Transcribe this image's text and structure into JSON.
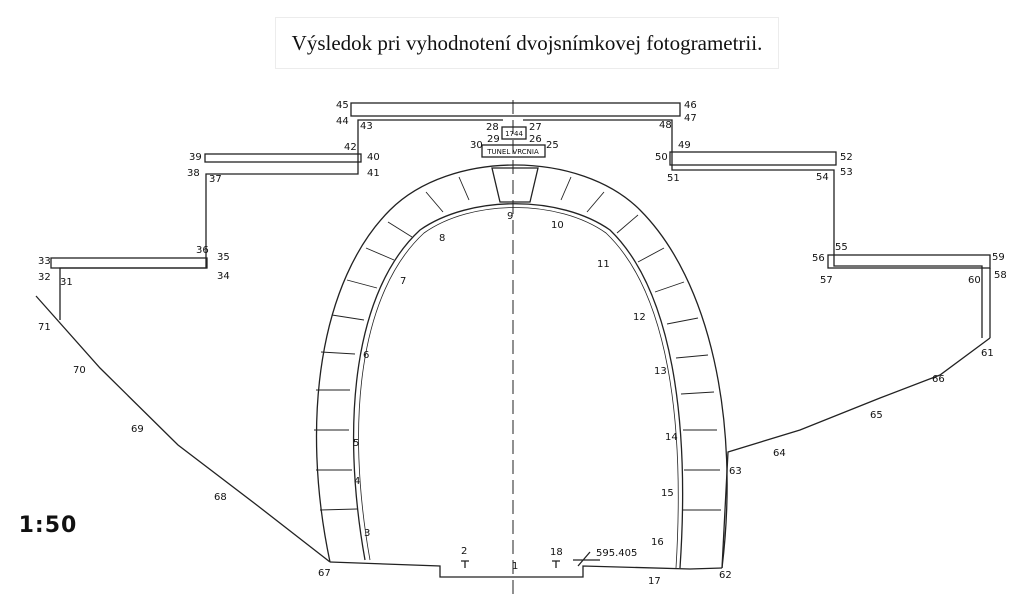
{
  "title": "Výsledok pri vyhodnotení dvojsnímkovej fotogrametrii.",
  "scale": "1:50",
  "plate": {
    "year": "1744",
    "name": "TUNEL VRCNIA"
  },
  "elevation": "595.405",
  "points": {
    "p1": "1",
    "p2": "2",
    "p3": "3",
    "p4": "4",
    "p5": "5",
    "p6": "6",
    "p7": "7",
    "p8": "8",
    "p9": "9",
    "p10": "10",
    "p11": "11",
    "p12": "12",
    "p13": "13",
    "p14": "14",
    "p15": "15",
    "p16": "16",
    "p17": "17",
    "p18": "18",
    "p25": "25",
    "p26": "26",
    "p27": "27",
    "p28": "28",
    "p29": "29",
    "p30": "30",
    "p31": "31",
    "p32": "32",
    "p33": "33",
    "p34": "34",
    "p35": "35",
    "p36": "36",
    "p37": "37",
    "p38": "38",
    "p39": "39",
    "p40": "40",
    "p41": "41",
    "p42": "42",
    "p43": "43",
    "p44": "44",
    "p45": "45",
    "p46": "46",
    "p47": "47",
    "p48": "48",
    "p49": "49",
    "p50": "50",
    "p51": "51",
    "p52": "52",
    "p53": "53",
    "p54": "54",
    "p55": "55",
    "p56": "56",
    "p57": "57",
    "p58": "58",
    "p59": "59",
    "p60": "60",
    "p61": "61",
    "p62": "62",
    "p63": "63",
    "p64": "64",
    "p65": "65",
    "p66": "66",
    "p67": "67",
    "p68": "68",
    "p69": "69",
    "p70": "70",
    "p71": "71"
  }
}
